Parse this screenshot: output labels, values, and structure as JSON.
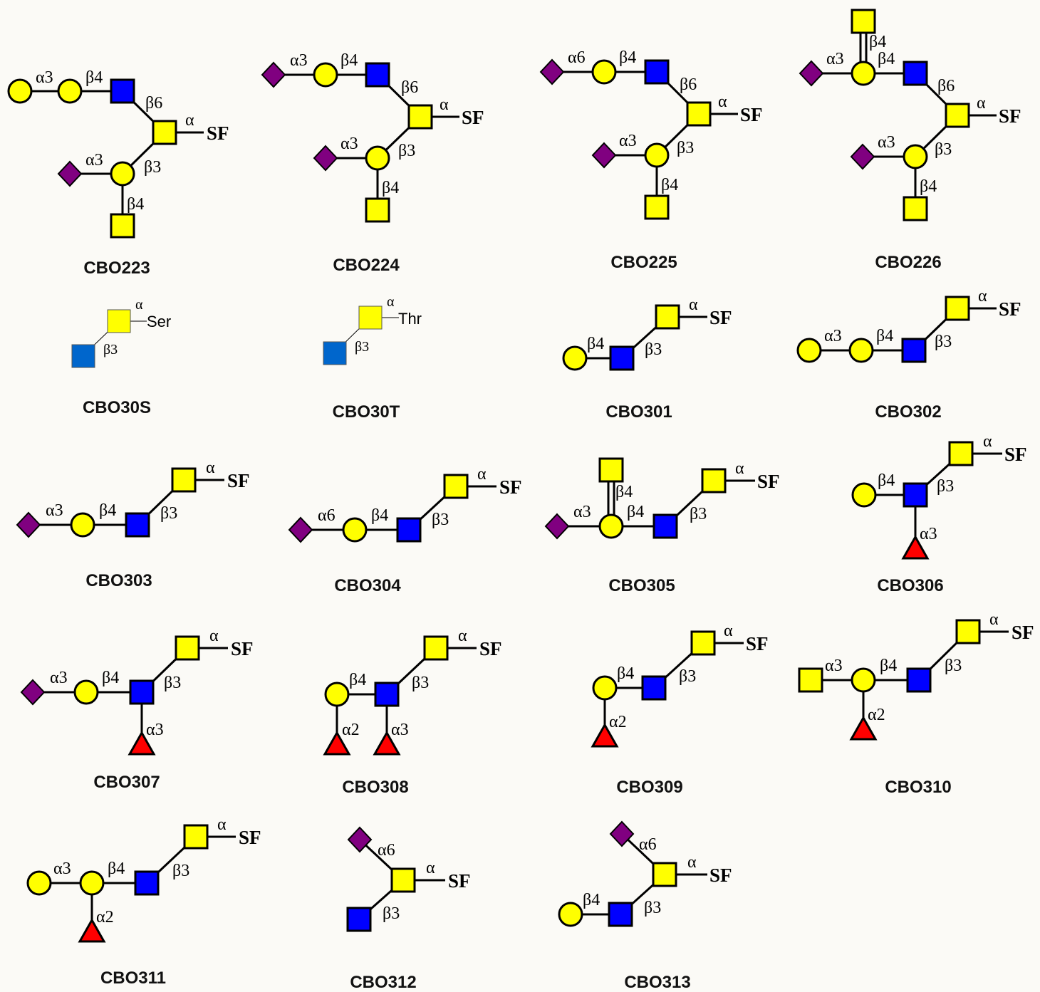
{
  "colors": {
    "background": "#fbfaf6",
    "galactose": "#ffff00",
    "galnac": "#ffff00",
    "glcnac": "#0000ff",
    "glcnac_light": "#0066cc",
    "neu5ac": "#800080",
    "fucose": "#ff0000"
  },
  "symbols": {
    "yellow-circle": "galactose",
    "yellow-square": "galnac",
    "blue-square": "glcnac",
    "purple-diamond": "neu5ac",
    "red-triangle": "fucose"
  },
  "structures": [
    {
      "id": "CBO223",
      "name": "CBO223",
      "aglycone": "SF",
      "linkages": [
        "α3",
        "β4",
        "β6",
        "α",
        "α3",
        "β3",
        "β4"
      ]
    },
    {
      "id": "CBO224",
      "name": "CBO224",
      "aglycone": "SF",
      "linkages": [
        "α3",
        "β4",
        "β6",
        "α",
        "α3",
        "β3",
        "β4"
      ]
    },
    {
      "id": "CBO225",
      "name": "CBO225",
      "aglycone": "SF",
      "linkages": [
        "α6",
        "β4",
        "β6",
        "α",
        "α3",
        "β3",
        "β4"
      ]
    },
    {
      "id": "CBO226",
      "name": "CBO226",
      "aglycone": "SF",
      "linkages": [
        "β4",
        "α3",
        "β4",
        "β6",
        "α",
        "α3",
        "β3",
        "β4"
      ]
    },
    {
      "id": "CBO30S",
      "name": "CBO30S",
      "aglycone": "Ser",
      "linkages": [
        "α",
        "β3"
      ]
    },
    {
      "id": "CBO30T",
      "name": "CBO30T",
      "aglycone": "Thr",
      "linkages": [
        "α",
        "β3"
      ]
    },
    {
      "id": "CBO301",
      "name": "CBO301",
      "aglycone": "SF",
      "linkages": [
        "α",
        "β4",
        "β3"
      ]
    },
    {
      "id": "CBO302",
      "name": "CBO302",
      "aglycone": "SF",
      "linkages": [
        "α",
        "α3",
        "β4",
        "β3"
      ]
    },
    {
      "id": "CBO303",
      "name": "CBO303",
      "aglycone": "SF",
      "linkages": [
        "α",
        "α3",
        "β4",
        "β3"
      ]
    },
    {
      "id": "CBO304",
      "name": "CBO304",
      "aglycone": "SF",
      "linkages": [
        "α",
        "α6",
        "β4",
        "β3"
      ]
    },
    {
      "id": "CBO305",
      "name": "CBO305",
      "aglycone": "SF",
      "linkages": [
        "α",
        "β4",
        "α3",
        "β4",
        "β3"
      ]
    },
    {
      "id": "CBO306",
      "name": "CBO306",
      "aglycone": "SF",
      "linkages": [
        "α",
        "β4",
        "β3",
        "α3"
      ]
    },
    {
      "id": "CBO307",
      "name": "CBO307",
      "aglycone": "SF",
      "linkages": [
        "α",
        "α3",
        "β4",
        "β3",
        "α3"
      ]
    },
    {
      "id": "CBO308",
      "name": "CBO308",
      "aglycone": "SF",
      "linkages": [
        "α",
        "β4",
        "β3",
        "α2",
        "α3"
      ]
    },
    {
      "id": "CBO309",
      "name": "CBO309",
      "aglycone": "SF",
      "linkages": [
        "α",
        "β4",
        "β3",
        "α2"
      ]
    },
    {
      "id": "CBO310",
      "name": "CBO310",
      "aglycone": "SF",
      "linkages": [
        "α",
        "α3",
        "β4",
        "β3",
        "α2"
      ]
    },
    {
      "id": "CBO311",
      "name": "CBO311",
      "aglycone": "SF",
      "linkages": [
        "α",
        "α3",
        "β4",
        "β3",
        "α2"
      ]
    },
    {
      "id": "CBO312",
      "name": "CBO312",
      "aglycone": "SF",
      "linkages": [
        "α6",
        "α",
        "β3"
      ]
    },
    {
      "id": "CBO313",
      "name": "CBO313",
      "aglycone": "SF",
      "linkages": [
        "α6",
        "α",
        "β4",
        "β3"
      ]
    }
  ]
}
